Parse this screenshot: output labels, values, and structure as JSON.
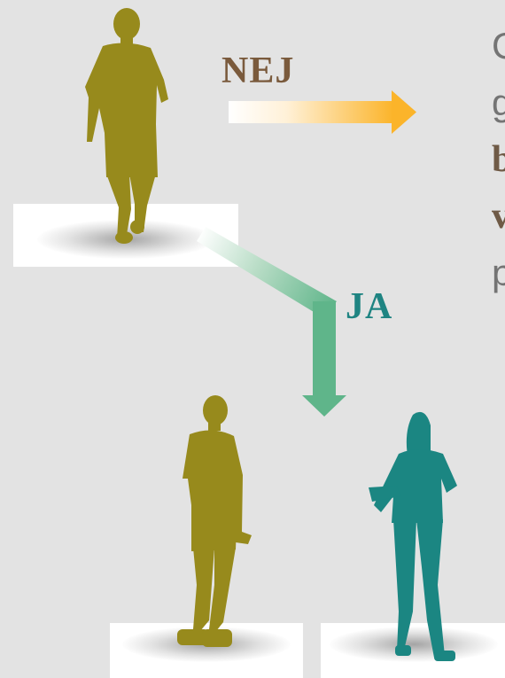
{
  "labels": {
    "no": "NEJ",
    "yes": "JA"
  },
  "right_text_lines": [
    "G",
    "g",
    "b",
    "v",
    "p"
  ],
  "colors": {
    "background": "#e3e3e3",
    "person_olive": "#978a1c",
    "person_teal": "#1b8682",
    "arrow_orange": "#fbb42a",
    "arrow_green": "#5fb58a",
    "label_nej": "#7a5a3c",
    "label_ja": "#1f8482"
  },
  "figures": {
    "top_person": "walking-man-silhouette-icon",
    "bottom_left_person": "standing-man-silhouette-icon",
    "bottom_right_person": "woman-with-clipboard-silhouette-icon"
  }
}
